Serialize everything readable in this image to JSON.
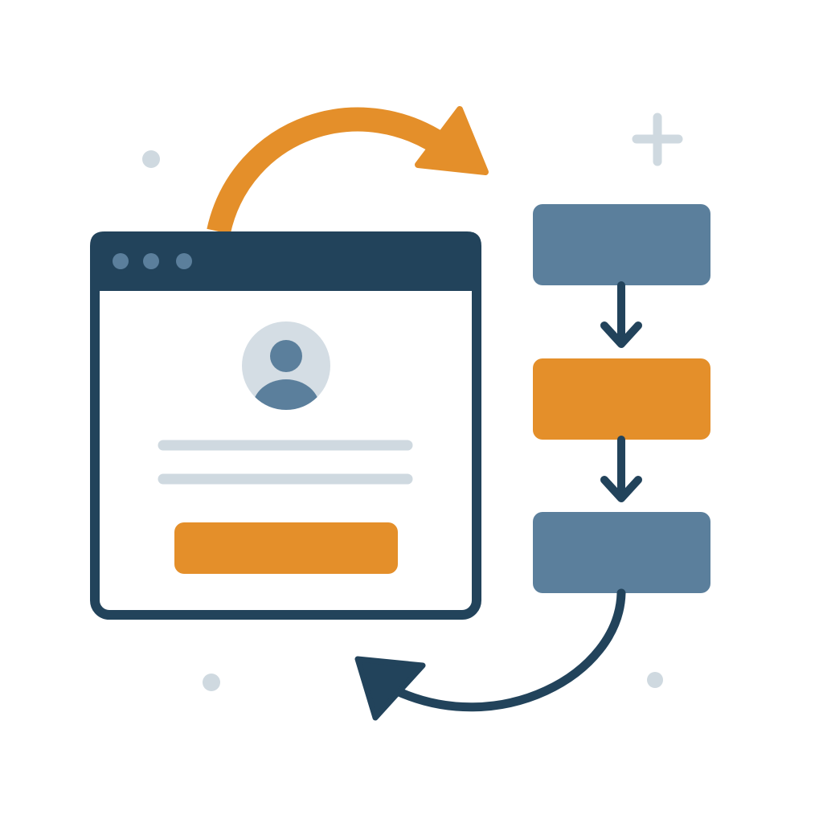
{
  "colors": {
    "background": "#ffffff",
    "navy": "#22435b",
    "steel_blue": "#5b7f9c",
    "orange": "#e48f2a",
    "light_gray": "#cfd9e0",
    "avatar_bg": "#d4dde4",
    "window_body": "#ffffff"
  },
  "window": {
    "titlebar_dots": 3,
    "avatar_icon": "user-avatar-icon",
    "text_lines": 2,
    "button_color": "orange"
  },
  "flowchart": {
    "boxes": [
      {
        "color": "steel_blue"
      },
      {
        "color": "orange"
      },
      {
        "color": "steel_blue"
      }
    ],
    "connectors": 2
  },
  "decorations": {
    "plus_icon": "plus-icon",
    "dots": 3
  },
  "cycle_arrows": [
    {
      "name": "arrow-window-to-flowchart",
      "color": "orange"
    },
    {
      "name": "arrow-flowchart-to-window",
      "color": "navy"
    }
  ]
}
